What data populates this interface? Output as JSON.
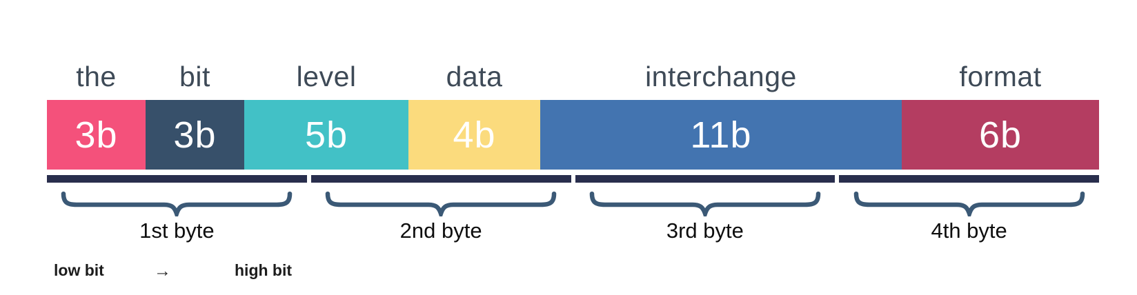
{
  "fields": [
    {
      "label": "the",
      "bits_label": "3b",
      "bits": 3,
      "color": "#F4517B"
    },
    {
      "label": "bit",
      "bits_label": "3b",
      "bits": 3,
      "color": "#37506A"
    },
    {
      "label": "level",
      "bits_label": "5b",
      "bits": 5,
      "color": "#42C1C6"
    },
    {
      "label": "data",
      "bits_label": "4b",
      "bits": 4,
      "color": "#FBDB7D"
    },
    {
      "label": "interchange",
      "bits_label": "11b",
      "bits": 11,
      "color": "#4374B0"
    },
    {
      "label": "format",
      "bits_label": "6b",
      "bits": 6,
      "color": "#B43D61"
    }
  ],
  "bytes": [
    {
      "label": "1st byte"
    },
    {
      "label": "2nd byte"
    },
    {
      "label": "3rd byte"
    },
    {
      "label": "4th byte"
    }
  ],
  "legend": {
    "low_label": "low bit",
    "arrow": "→",
    "high_label": "high bit"
  },
  "colors": {
    "background": "#FFFFFF",
    "byte_bar": "#292E4D",
    "brace": "#3B5976",
    "field_word_text": "#3E4A57",
    "bits_text": "#FFFFFF",
    "byte_label_text": "#0E0E0E",
    "legend_text": "#1C1C1C"
  }
}
